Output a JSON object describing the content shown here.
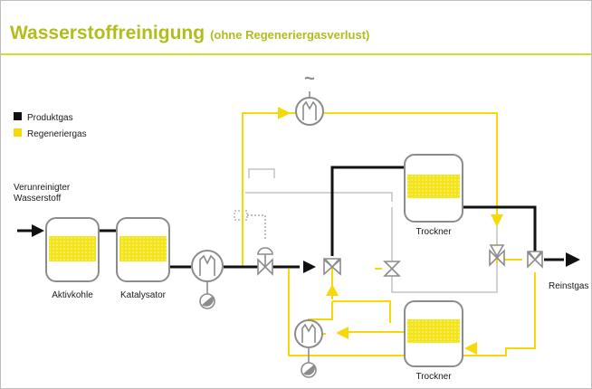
{
  "title": "Wasserstoffreinigung",
  "subtitle": "(ohne Regeneriergasverlust)",
  "legend": {
    "product": "Produktgas",
    "regen": "Regeneriergas"
  },
  "labels": {
    "inlet_line1": "Verunreinigter",
    "inlet_line2": "Wasserstoff",
    "aktivkohle": "Aktivkohle",
    "katalysator": "Katalysator",
    "trockner_top": "Trockner",
    "trockner_bottom": "Trockner",
    "reinstgas": "Reinstgas",
    "heater_top_symbol": "~"
  },
  "colors": {
    "accent": "#b2bd1b",
    "product": "#111111",
    "regen": "#f5d90a",
    "equipment": "#8c8c8c",
    "fill": "#f2e31c"
  }
}
